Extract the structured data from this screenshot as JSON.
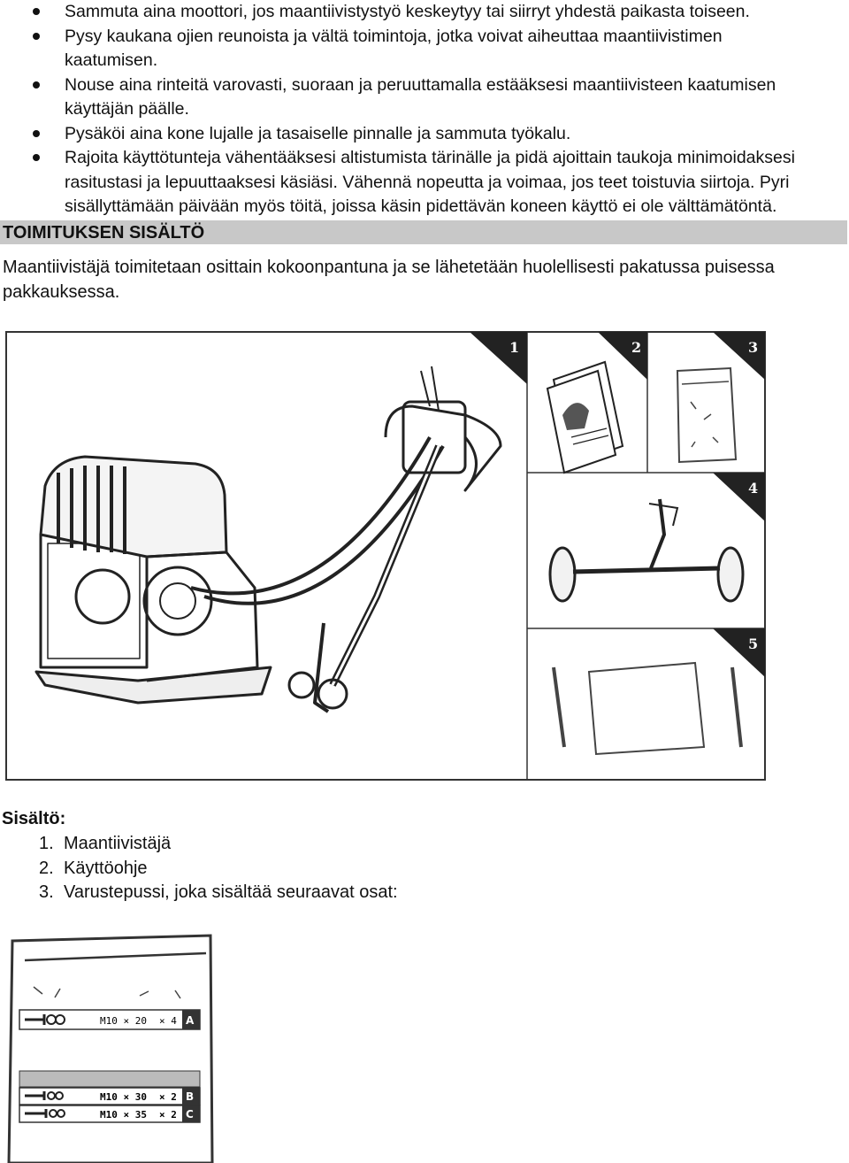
{
  "safety_bullets": [
    "Sammuta aina moottori, jos maantiivistystyö keskeytyy tai siirryt yhdestä paikasta toiseen.",
    "Pysy kaukana ojien reunoista ja vältä toimintoja, jotka voivat aiheuttaa maantiivistimen kaatumisen.",
    "Nouse aina rinteitä varovasti, suoraan ja peruuttamalla estääksesi maantiivisteen kaatumisen käyttäjän päälle.",
    "Pysäköi aina kone lujalle ja tasaiselle pinnalle ja sammuta työkalu.",
    "Rajoita käyttötunteja vähentääksesi altistumista tärinälle ja pidä ajoittain taukoja minimoidaksesi rasitustasi ja lepuuttaaksesi käsiäsi. Vähennä nopeutta ja voimaa, jos teet toistuvia siirtoja. Pyri sisällyttämään päivään myös töitä, joissa käsin pidettävän koneen käyttö ei ole välttämätöntä."
  ],
  "section": {
    "title": "TOIMITUKSEN SISÄLTÖ",
    "intro": "Maantiivistäjä toimitetaan osittain kokoonpantuna ja se lähetetään huolellisesti pakatussa puisessa pakkauksessa."
  },
  "figure": {
    "labels": [
      "1",
      "2",
      "3",
      "4",
      "5"
    ]
  },
  "contents": {
    "title": "Sisältö:",
    "items": [
      {
        "num": "1.",
        "text": "Maantiivistäjä"
      },
      {
        "num": "2.",
        "text": "Käyttöohje"
      },
      {
        "num": "3.",
        "text": "Varustepussi, joka sisältää seuraavat osat:"
      }
    ]
  },
  "bag": {
    "rows": [
      {
        "spec": "M10 × 20",
        "qty": "× 4",
        "letter": "A"
      },
      {
        "spec": "M10 × 30",
        "qty": "× 2",
        "letter": "B"
      },
      {
        "spec": "M10 × 35",
        "qty": "× 2",
        "letter": "C"
      }
    ]
  }
}
